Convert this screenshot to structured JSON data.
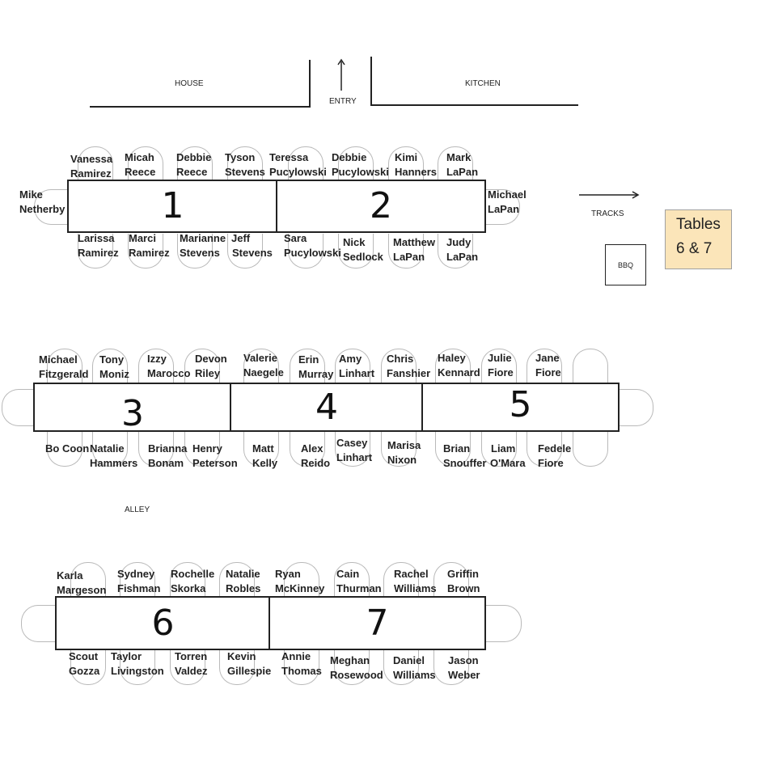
{
  "areas": {
    "house": "HOUSE",
    "kitchen": "KITCHEN",
    "entry": "ENTRY",
    "tracks": "TRACKS",
    "bbq": "BBQ",
    "alley": "ALLEY"
  },
  "note": {
    "line1": "Tables",
    "line2": "6 & 7",
    "color": "#fbe5b9"
  },
  "tables": [
    {
      "number": "1",
      "top": [
        [
          "Vanessa",
          "Ramirez"
        ],
        [
          "Micah",
          "Reece"
        ],
        [
          "Debbie",
          "Reece"
        ],
        [
          "Tyson",
          "Stevens"
        ]
      ],
      "bottom": [
        [
          "Larissa",
          "Ramirez"
        ],
        [
          "Marci",
          "Ramirez"
        ],
        [
          "Marianne",
          "Stevens"
        ],
        [
          "Jeff",
          "Stevens"
        ]
      ],
      "left": [
        [
          "Mike",
          "Netherby"
        ]
      ]
    },
    {
      "number": "2",
      "top": [
        [
          "Teressa",
          "Pucylowski"
        ],
        [
          "Debbie",
          "Pucylowski"
        ],
        [
          "Kimi",
          "Hanners"
        ],
        [
          "Mark",
          "LaPan"
        ]
      ],
      "bottom": [
        [
          "Sara",
          "Pucylowski"
        ],
        [
          "Nick",
          "Sedlock"
        ],
        [
          "Matthew",
          "LaPan"
        ],
        [
          "Judy",
          "LaPan"
        ]
      ],
      "right": [
        [
          "Michael",
          "LaPan"
        ]
      ]
    },
    {
      "number": "3",
      "top": [
        [
          "Michael",
          "Fitzgerald"
        ],
        [
          "Tony",
          "Moniz"
        ],
        [
          "Izzy",
          "Marocco"
        ],
        [
          "Devon",
          "Riley"
        ]
      ],
      "bottom": [
        [
          "Bo Coon"
        ],
        [
          "Natalie",
          "Hammers"
        ],
        [
          "Brianna",
          "Bonam"
        ],
        [
          "Henry",
          "Peterson"
        ]
      ]
    },
    {
      "number": "4",
      "top": [
        [
          "Valerie",
          "Naegele"
        ],
        [
          "Erin",
          "Murray"
        ],
        [
          "Amy",
          "Linhart"
        ],
        [
          "Chris",
          "Fanshier"
        ]
      ],
      "bottom": [
        [
          "Matt",
          "Kelly"
        ],
        [
          "Alex",
          "Reido"
        ],
        [
          "Casey",
          "Linhart"
        ],
        [
          "Marisa",
          "Nixon"
        ]
      ]
    },
    {
      "number": "5",
      "top": [
        [
          "Haley",
          "Kennard"
        ],
        [
          "Julie",
          "Fiore"
        ],
        [
          "Jane",
          "Fiore"
        ]
      ],
      "bottom": [
        [
          "Brian",
          "Snouffer"
        ],
        [
          "Liam",
          "O'Mara"
        ],
        [
          "Fedele",
          "Fiore"
        ]
      ]
    },
    {
      "number": "6",
      "top": [
        [
          "Karla",
          "Margeson"
        ],
        [
          "Sydney",
          "Fishman"
        ],
        [
          "Rochelle",
          "Skorka"
        ],
        [
          "Natalie",
          "Robles"
        ]
      ],
      "bottom": [
        [
          "Scout",
          "Gozza"
        ],
        [
          "Taylor",
          "Livingston"
        ],
        [
          "Torren",
          "Valdez"
        ],
        [
          "Kevin",
          "Gillespie"
        ]
      ]
    },
    {
      "number": "7",
      "top": [
        [
          "Ryan",
          "McKinney"
        ],
        [
          "Cain",
          "Thurman"
        ],
        [
          "Rachel",
          "Williams"
        ],
        [
          "Griffin",
          "Brown"
        ]
      ],
      "bottom": [
        [
          "Annie",
          "Thomas"
        ],
        [
          "Meghan",
          "Rosewood"
        ],
        [
          "Daniel",
          "Williams"
        ],
        [
          "Jason",
          "Weber"
        ]
      ]
    }
  ]
}
